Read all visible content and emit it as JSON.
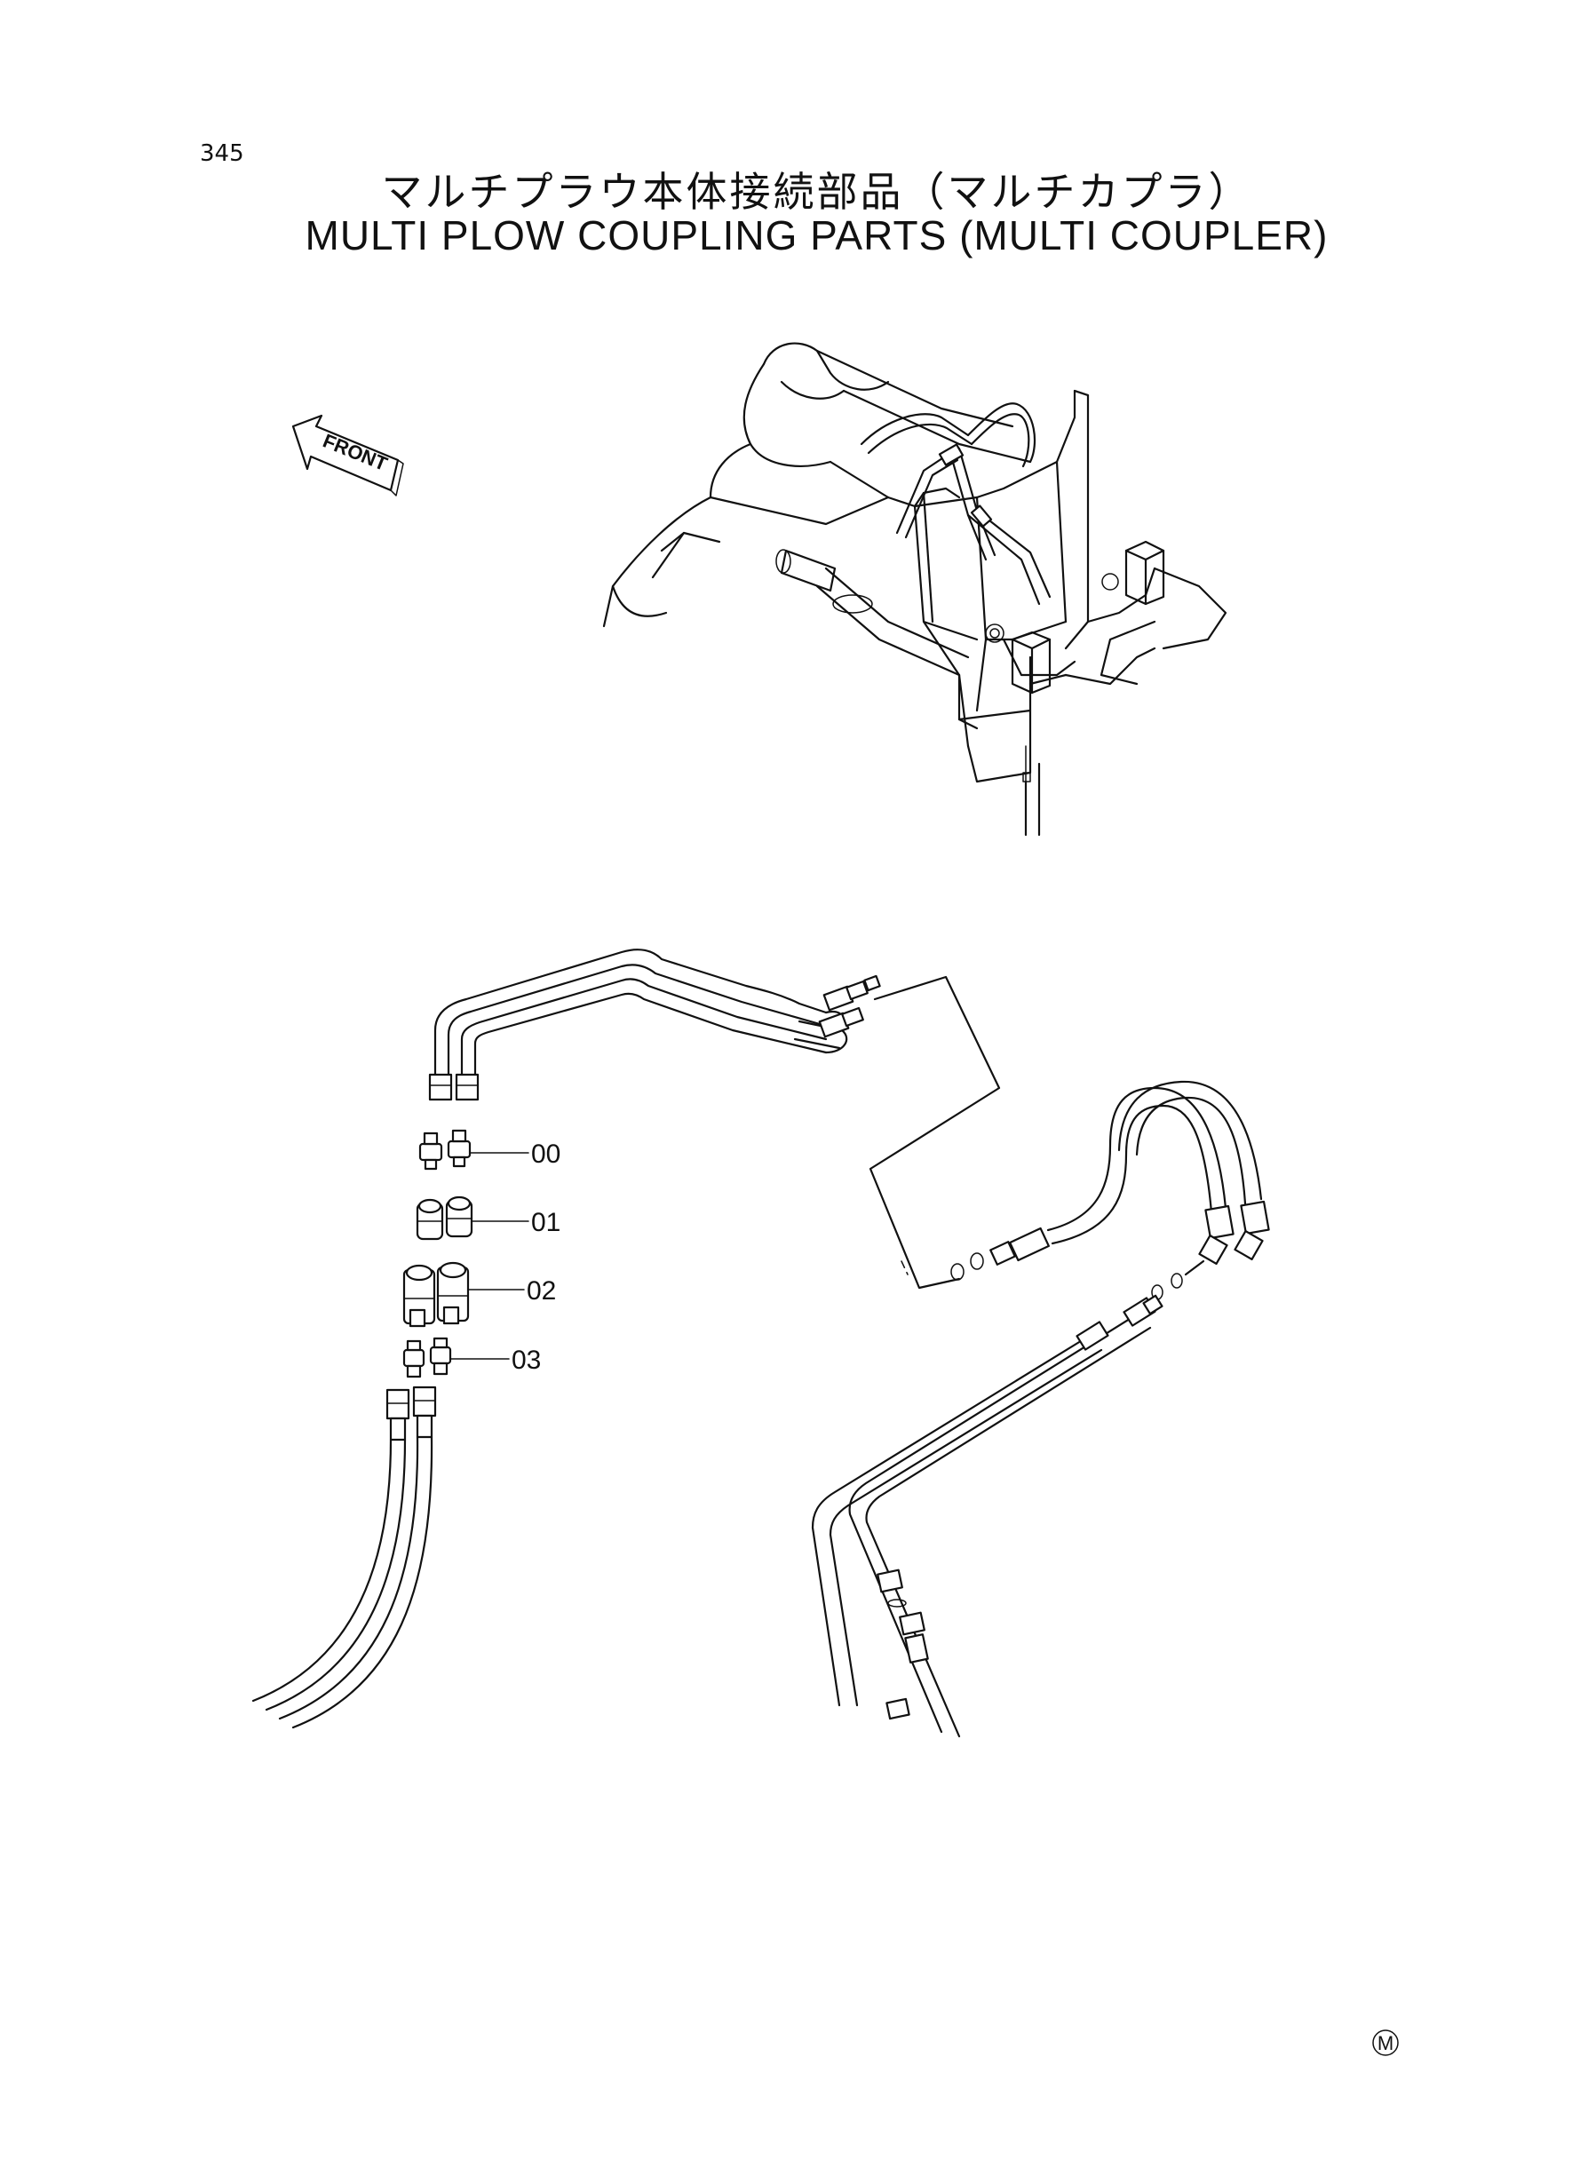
{
  "page": {
    "number": "345",
    "title_jp": "マルチプラウ本体接続部品（マルチカプラ）",
    "title_en": "MULTI PLOW COUPLING PARTS (MULTI COUPLER)"
  },
  "front_indicator": {
    "label": "FRONT",
    "icon": "arrow-left-icon"
  },
  "callouts": [
    {
      "id": "00"
    },
    {
      "id": "01"
    },
    {
      "id": "02"
    },
    {
      "id": "03"
    }
  ],
  "footer": {
    "mark": "M"
  }
}
